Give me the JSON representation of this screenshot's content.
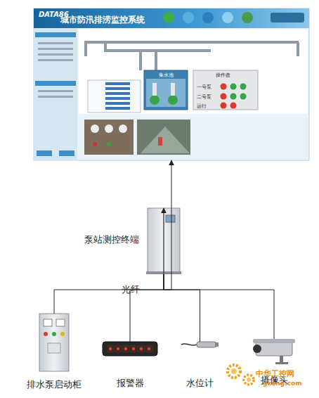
{
  "diagram": {
    "nodes": [
      {
        "text": [
          "DATA86",
          "城市防汛排涝监控系统"
        ]
      },
      {
        "text": [
          "泵站测控终端"
        ]
      },
      {
        "text": [
          "排水泵启动柜"
        ]
      },
      {
        "text": [
          "报警器"
        ]
      },
      {
        "text": [
          "水位计"
        ]
      },
      {
        "text": [
          "摄像头"
        ]
      }
    ],
    "edges": [
      {
        "from": 0,
        "to": 1,
        "arrow": "both",
        "label": "光纤"
      },
      {
        "from": 1,
        "to": 2,
        "arrow": "none"
      },
      {
        "from": 1,
        "to": 3,
        "arrow": "none"
      },
      {
        "from": 1,
        "to": 4,
        "arrow": "none"
      },
      {
        "from": 1,
        "to": 5,
        "arrow": "none"
      }
    ],
    "labels": [
      "集水池",
      "操作盘",
      "一号泵",
      "二号泵",
      "运行",
      "中华工控网",
      "gkong.com"
    ]
  }
}
